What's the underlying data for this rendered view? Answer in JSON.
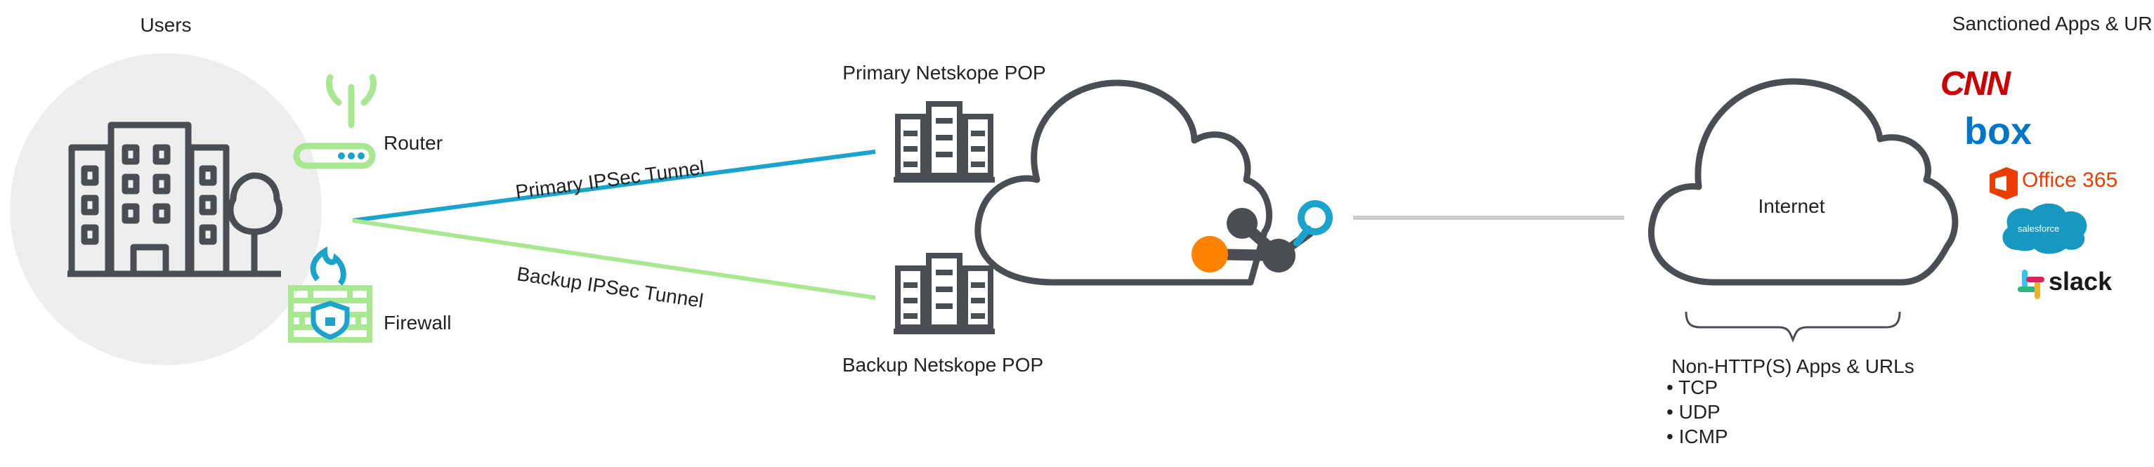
{
  "labels": {
    "users": "Users",
    "router": "Router",
    "firewall": "Firewall",
    "primary_pop": "Primary Netskope POP",
    "backup_pop": "Backup Netskope POP",
    "primary_tunnel": "Primary IPSec Tunnel",
    "backup_tunnel": "Backup IPSec Tunnel",
    "internet": "Internet",
    "sanctioned": "Sanctioned Apps & URLs",
    "non_http": "Non-HTTP(S) Apps & URLs"
  },
  "protocols": [
    "TCP",
    "UDP",
    "ICMP"
  ],
  "app_logos": [
    {
      "name": "CNN",
      "icon": "cnn-logo",
      "color": "#cc0000"
    },
    {
      "name": "box",
      "icon": "box-logo",
      "color": "#0075c9"
    },
    {
      "name": "Office 365",
      "icon": "office365-logo",
      "color": "#eb3c00"
    },
    {
      "name": "salesforce",
      "icon": "salesforce-logo",
      "color": "#1798c1"
    },
    {
      "name": "slack",
      "icon": "slack-logo",
      "color": "#1a1a1a"
    }
  ],
  "colors": {
    "primary_tunnel": "#1aa3cc",
    "backup_tunnel": "#a8e890",
    "icon_gray": "#4a4d51",
    "accent_green": "#a8e890",
    "accent_blue": "#1aa3cc",
    "accent_orange": "#ff8200",
    "circle_bg": "#eeeeee",
    "connector": "#cccccc"
  }
}
